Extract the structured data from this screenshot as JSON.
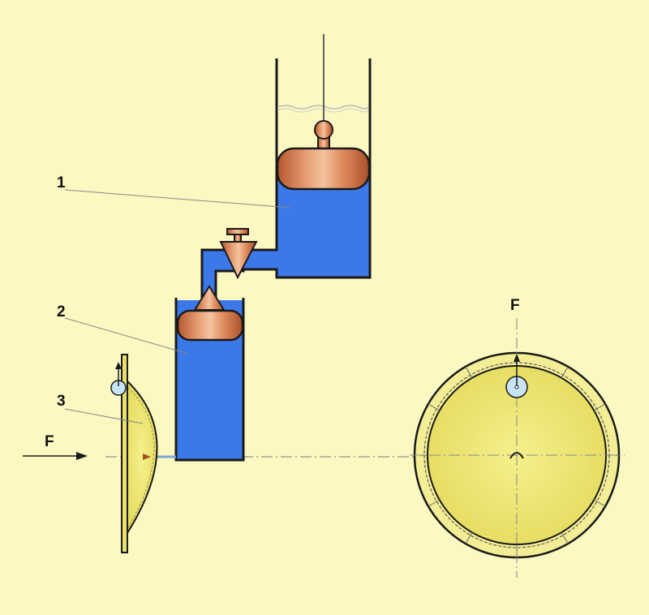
{
  "labels": {
    "one": "1",
    "two": "2",
    "three": "3",
    "force_left": "F",
    "force_right": "F"
  },
  "colors": {
    "background": "#fbf8c1",
    "liquid": "#3b78e8",
    "outline": "#1a1a1a",
    "copper": "#d9845a",
    "disc_yellow": "#eee77a",
    "ring_yellow": "#f3ee96",
    "bubble": "#c8e4f5"
  }
}
